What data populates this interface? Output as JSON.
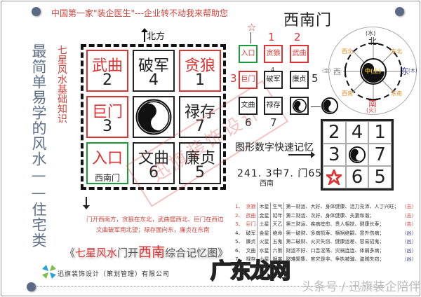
{
  "header": {
    "slogan": "中国第一家\"装企医生\"---企业转不动我来帮助您",
    "title": "西南门"
  },
  "left": {
    "main_title": "最简单易学的风水——住宅类",
    "sub_title": "七星风水基础知识"
  },
  "main_grid": {
    "north_label": "北方",
    "cells": [
      {
        "name": "武曲",
        "num": "2",
        "color": "red"
      },
      {
        "name": "破军",
        "num": "4",
        "color": "black"
      },
      {
        "name": "贪狼",
        "num": "1",
        "color": "red"
      },
      {
        "name": "巨门",
        "num": "3",
        "color": "red"
      },
      {
        "name": "taiji",
        "num": "",
        "color": "black"
      },
      {
        "name": "禄存",
        "num": "7",
        "color": "black"
      },
      {
        "name": "入口",
        "num": "",
        "sub": "西南门",
        "color": "green"
      },
      {
        "name": "文曲",
        "num": "6",
        "color": "black"
      },
      {
        "name": "廉贞",
        "num": "5",
        "color": "black"
      }
    ]
  },
  "small_grid": {
    "cells": [
      {
        "name": "入口",
        "label": "",
        "color": "green"
      },
      {
        "name": "贪狼",
        "label": "1",
        "color": "red"
      },
      {
        "name": "武曲",
        "label": "2",
        "color": "red"
      },
      {
        "name": "巨门",
        "label": "3",
        "color": "red"
      },
      {
        "name": "破军",
        "label": "4",
        "color": "black"
      },
      {
        "name": "廉贞",
        "label": "5",
        "color": "black"
      },
      {
        "name": "文曲",
        "label": "6",
        "color": "black"
      },
      {
        "name": "禄存",
        "label": "7",
        "color": "black"
      }
    ]
  },
  "compass": {
    "north": "北",
    "north_element": "(水)",
    "south": "南",
    "south_element": "(火)",
    "east": "东",
    "east_element": "(木)",
    "west": "西",
    "west_element": "(金)",
    "northwest": "西北",
    "northeast": "东北",
    "southwest": "西南",
    "southeast": "东南",
    "center": "中(土)"
  },
  "memory": {
    "label": "图形数字快速记忆",
    "code": "241. 3中7. 门65",
    "code_sub": "西南",
    "grid": [
      "2",
      "4",
      "1",
      "3",
      "taiji",
      "7",
      "star",
      "6",
      "5"
    ]
  },
  "rhyme": {
    "line1": "门开西南方，贪狼在东北，武曲居西北、巨门在西边",
    "line2": "文曲破军南北望；禄存面向东，廉贞在东南"
  },
  "caption": {
    "open": "《",
    "part1": "七星风水",
    "part2": "门开",
    "part3": "西南",
    "part4": "综合记忆图",
    "close": "》"
  },
  "rules": [
    {
      "idx": "1、",
      "star": "贪狼",
      "planet": "木星",
      "qi": "生气",
      "desc": "第一财运、大好、身体健康、活力充沛、人丁兴旺；",
      "verdict": "（吉）",
      "good": true
    },
    {
      "idx": "2、",
      "star": "武曲",
      "planet": "金星",
      "qi": "延年",
      "desc": "第二财运、次好、身体健康、夫妻和谐；",
      "verdict": "（吉）",
      "good": true
    },
    {
      "idx": "3、",
      "star": "巨门",
      "planet": "土星",
      "qi": "天乙",
      "desc": "第三财运、疾病痊愈、贵人相扶、健康长寿；",
      "verdict": "（吉）",
      "good": true
    },
    {
      "idx": "4、",
      "star": "破军",
      "planet": "金星",
      "qi": "绝命",
      "desc": "第一破财、多病损寿、横祸绝嗣、意外伤病；",
      "verdict": "（凶）",
      "good": false
    },
    {
      "idx": "5、",
      "star": "廉贞",
      "planet": "火星",
      "qi": "五鬼",
      "desc": "第二破财、火灾失窃、健康运差、容易招鬼；",
      "verdict": "（凶）",
      "good": false
    },
    {
      "idx": "6、",
      "star": "文曲",
      "planet": "水星",
      "qi": "六煞",
      "desc": "财运不好、口舌淫荡、灾祸连连、体弱多病；",
      "verdict": "（凶）",
      "good": false
    },
    {
      "idx": "7、",
      "star": "禄存",
      "planet": "土星",
      "qi": "祸害",
      "desc": "财难聚集、官灾是非、争执被骗、盗贼失窃；",
      "verdict": "（凶）",
      "good": false
    }
  ],
  "footer": {
    "company": "迅旗装饰设计（策划管理）有限公司",
    "watermark": "广东龙网",
    "source": "头条号 / 迅旗装企陪伴"
  },
  "stamp": {
    "text": "迅旗装饰设计"
  },
  "colors": {
    "red": "#d33333",
    "green": "#1a9a3a",
    "slate": "#5f6f88",
    "orange": "#e08a1e",
    "navy": "#3a3a9a"
  }
}
